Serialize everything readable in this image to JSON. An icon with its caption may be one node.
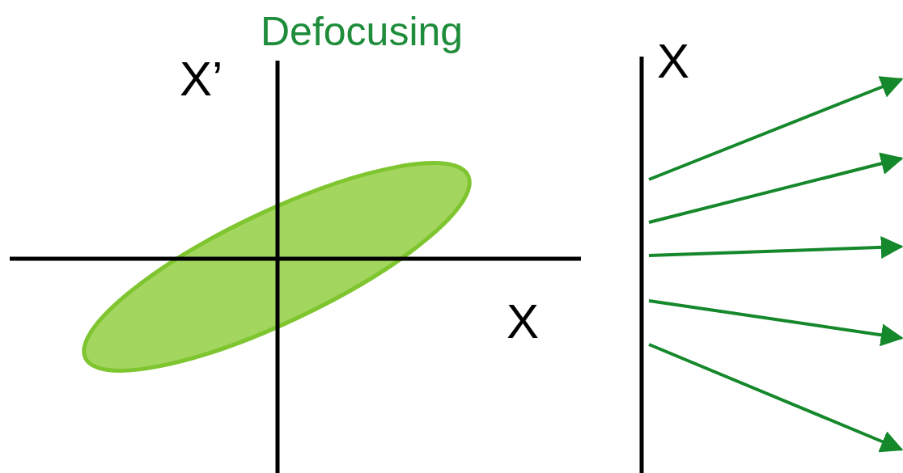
{
  "diagram": {
    "title": "Defocusing",
    "labels": [
      "X’",
      "X",
      "X"
    ]
  }
}
